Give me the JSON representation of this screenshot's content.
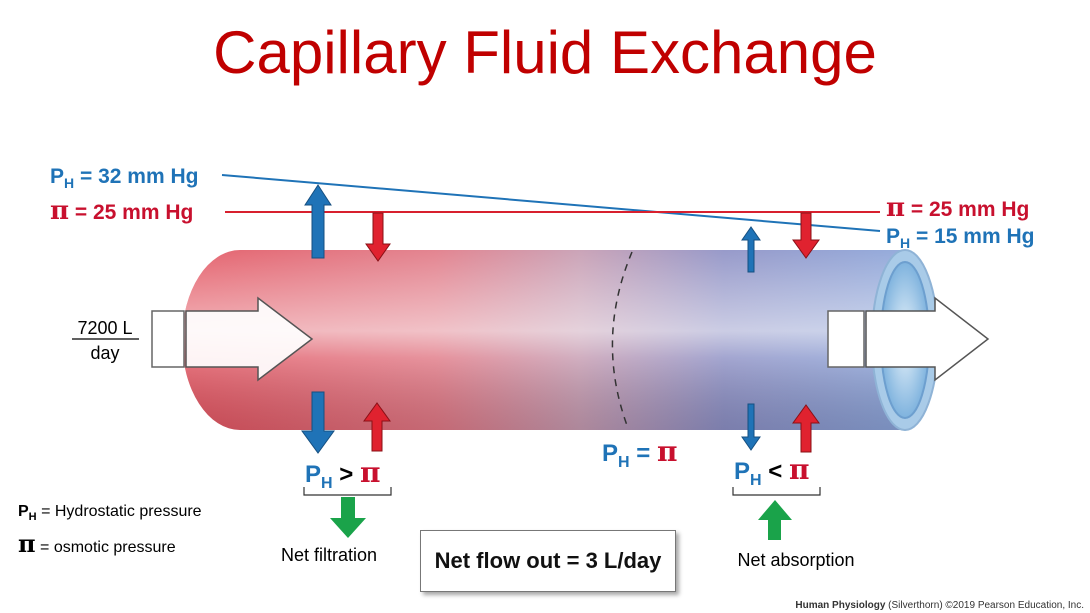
{
  "title": "Capillary Fluid Exchange",
  "left_labels": {
    "ph_symbol": "P",
    "ph_sub": "H",
    "ph_value": " = 32 mm Hg",
    "pi_symbol": "π",
    "pi_value": " = 25 mm Hg"
  },
  "right_labels": {
    "pi_symbol": "π",
    "pi_value": " = 25 mm Hg",
    "ph_symbol": "P",
    "ph_sub": "H",
    "ph_value": " = 15 mm Hg"
  },
  "inflow": {
    "numerator": "7200 L",
    "denominator": "day"
  },
  "filtration": {
    "p": "P",
    "sub": "H",
    "op": " > ",
    "pi": "π",
    "label": "Net filtration"
  },
  "equilibrium": {
    "p": "P",
    "sub": "H",
    "op": " = ",
    "pi": "π"
  },
  "absorption": {
    "p": "P",
    "sub": "H",
    "op": " < ",
    "pi": "π",
    "label": "Net absorption"
  },
  "legend": {
    "ph_symbol": "P",
    "ph_sub": "H",
    "ph_text": " = Hydrostatic pressure",
    "pi_symbol": "π",
    "pi_text": " = osmotic pressure"
  },
  "net_flow": "Net flow out = 3 L/day",
  "footer": {
    "book": "Human Physiology",
    "rest": " (Silverthorn) ©2019 Pearson Education, Inc."
  },
  "colors": {
    "title": "#c00000",
    "hydrostatic": "#1f73b7",
    "osmotic": "#c8102e",
    "net": "#1aa34a"
  }
}
